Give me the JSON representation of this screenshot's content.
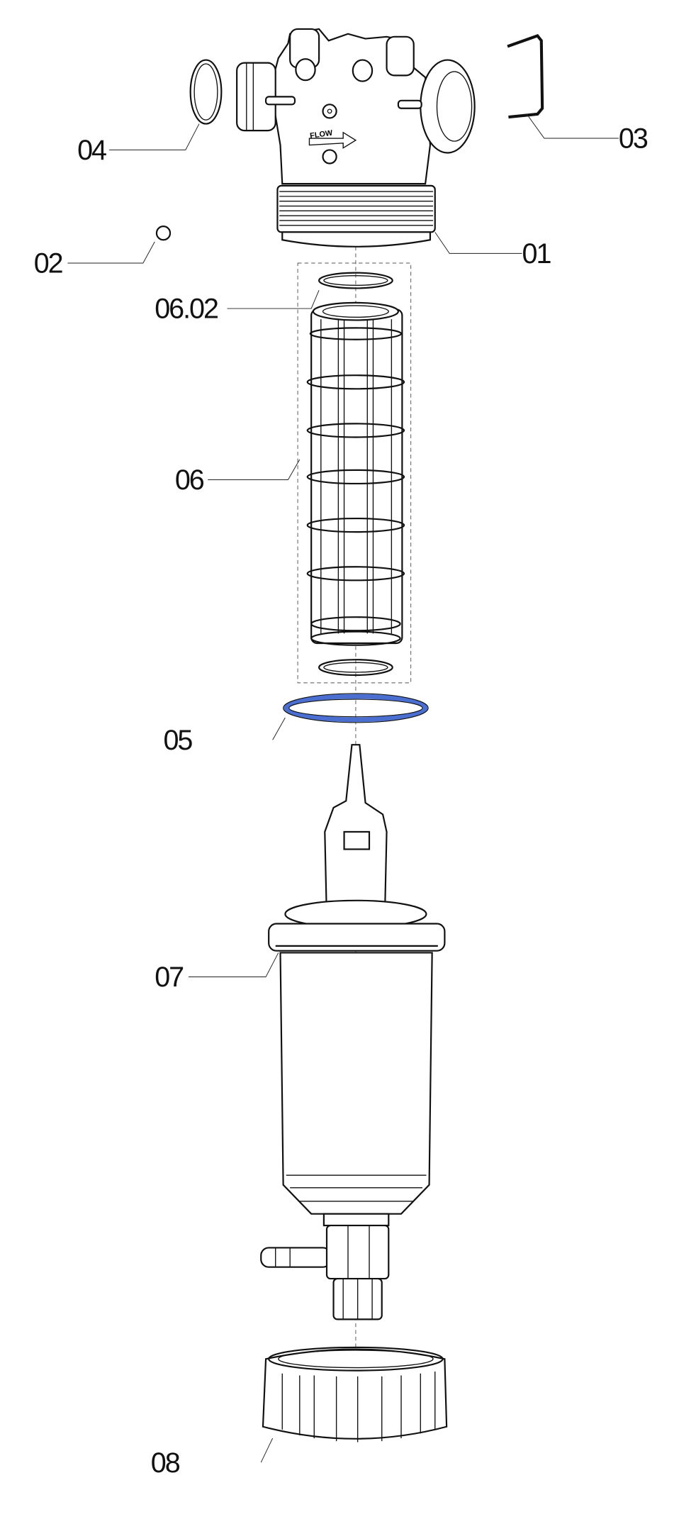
{
  "diagram": {
    "title_marking": "FLOW",
    "callouts": [
      {
        "id": "04"
      },
      {
        "id": "03"
      },
      {
        "id": "01"
      },
      {
        "id": "02"
      },
      {
        "id": "06.02"
      },
      {
        "id": "06"
      },
      {
        "id": "05"
      },
      {
        "id": "07"
      },
      {
        "id": "08"
      }
    ],
    "highlight_color": "#4a6fd0"
  }
}
